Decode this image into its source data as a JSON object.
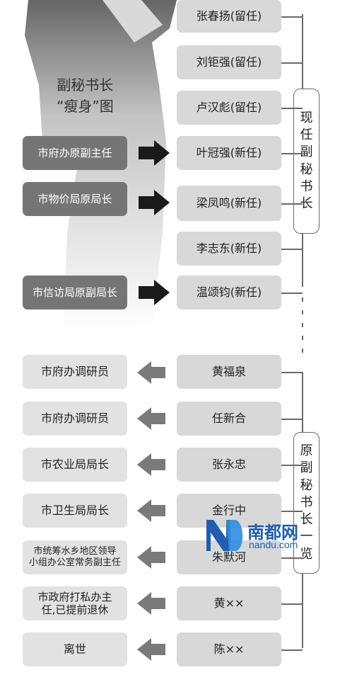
{
  "caption": {
    "line1": "副秘书长",
    "line2": "“瘦身”图"
  },
  "current_group_label": [
    "现",
    "任",
    "副",
    "秘",
    "书",
    "长"
  ],
  "former_group_label": [
    "原",
    "副",
    "秘",
    "书",
    "长",
    "一",
    "览"
  ],
  "current_officials": [
    {
      "name": "张春扬(留任)"
    },
    {
      "name": "刘钜强(留任)"
    },
    {
      "name": "卢汉彪(留任)"
    },
    {
      "name": "叶冠强(新任)",
      "origin": "市府办原副主任"
    },
    {
      "name": "梁凤鸣(新任)",
      "origin": "市物价局原局长"
    },
    {
      "name": "李志东(新任)"
    },
    {
      "name": "温颂钧(新任)",
      "origin": "市信访局原副局长"
    }
  ],
  "former_officials": [
    {
      "name": "黄福泉",
      "destination": "市府办调研员"
    },
    {
      "name": "任新合",
      "destination": "市府办调研员"
    },
    {
      "name": "张永忠",
      "destination": "市农业局局长"
    },
    {
      "name": "金行中",
      "destination": "市卫生局局长"
    },
    {
      "name": "朱默河",
      "destination_line1": "市统筹水乡地区领导",
      "destination_line2": "小组办公室常务副主任"
    },
    {
      "name": "黄××",
      "destination_line1": "市政府打私办主",
      "destination_line2": "任,已提前退休"
    },
    {
      "name": "陈××",
      "destination": "离世"
    }
  ],
  "watermark": {
    "brand": "南都网",
    "url": "nandu.com"
  },
  "colors": {
    "dark_box": "#757575",
    "light_box": "#d8d8d8",
    "arrow_new": "#1a1a1a",
    "arrow_former": "#7a7a7a"
  }
}
